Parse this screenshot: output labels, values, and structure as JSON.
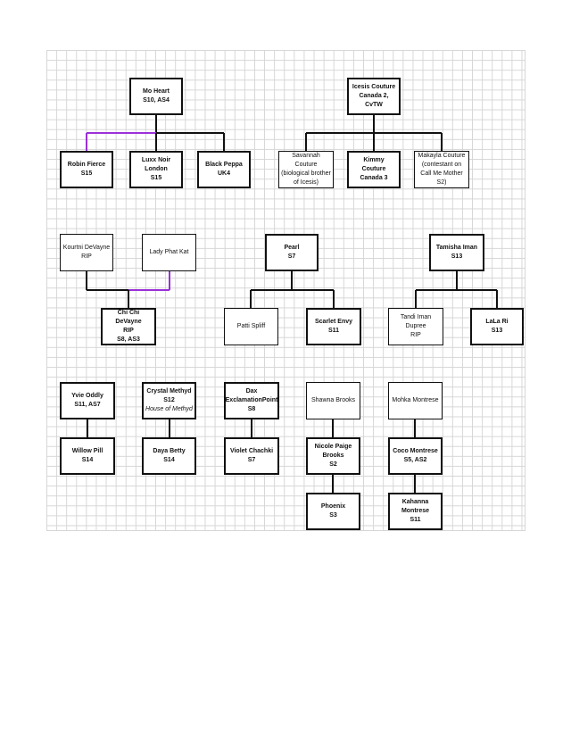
{
  "diagram": {
    "nodes": {
      "mo_heart": {
        "lines": [
          "Mo Heart",
          "S10, AS4"
        ]
      },
      "icesis": {
        "lines": [
          "Icesis Couture",
          "Canada 2, CvTW"
        ]
      },
      "robin": {
        "lines": [
          "Robin Fierce",
          "S15"
        ]
      },
      "luxx": {
        "lines": [
          "Luxx Noir London",
          "S15"
        ]
      },
      "black_peppa": {
        "lines": [
          "Black Peppa",
          "UK4"
        ]
      },
      "savannah": {
        "lines": [
          "Savannah Couture",
          "(biological brother",
          "of Icesis)"
        ]
      },
      "kimmy": {
        "lines": [
          "Kimmy Couture",
          "Canada 3"
        ]
      },
      "makayla": {
        "lines": [
          "Makayla Couture",
          "(contestant on",
          "Call Me Mother S2)"
        ]
      },
      "kourtni": {
        "lines": [
          "Kourtni DeVayne",
          "RIP"
        ]
      },
      "lady_phat": {
        "lines": [
          "Lady Phat Kat"
        ]
      },
      "chi_chi": {
        "lines": [
          "Chi Chi DeVayne",
          "RIP",
          "S8, AS3"
        ]
      },
      "pearl": {
        "lines": [
          "Pearl",
          "S7"
        ]
      },
      "patti": {
        "lines": [
          "Patti Spliff"
        ]
      },
      "scarlet": {
        "lines": [
          "Scarlet Envy",
          "S11"
        ]
      },
      "tamisha": {
        "lines": [
          "Tamisha Iman",
          "S13"
        ]
      },
      "tandi": {
        "lines": [
          "Tandi Iman Dupree",
          "RIP"
        ]
      },
      "lala": {
        "lines": [
          "LaLa Ri",
          "S13"
        ]
      },
      "yvie": {
        "lines": [
          "Yvie Oddly",
          "S11, AS7"
        ]
      },
      "willow": {
        "lines": [
          "Willow Pill",
          "S14"
        ]
      },
      "crystal": {
        "lines": [
          "Crystal Methyd",
          "S12"
        ],
        "italic": "House of Methyd"
      },
      "daya": {
        "lines": [
          "Daya Betty",
          "S14"
        ]
      },
      "dax": {
        "lines": [
          "Dax",
          "ExclamationPoint",
          "S8"
        ]
      },
      "violet": {
        "lines": [
          "Violet Chachki",
          "S7"
        ]
      },
      "shawna": {
        "lines": [
          "Shawna Brooks"
        ]
      },
      "nicole": {
        "lines": [
          "Nicole Paige",
          "Brooks",
          "S2"
        ]
      },
      "phoenix": {
        "lines": [
          "Phoenix",
          "S3"
        ]
      },
      "mohka": {
        "lines": [
          "Mohka Montrese"
        ]
      },
      "coco": {
        "lines": [
          "Coco Montrese",
          "S5, AS2"
        ]
      },
      "kahanna": {
        "lines": [
          "Kahanna Montrese",
          "S11"
        ]
      }
    },
    "connector_color": "#111111",
    "highlight_color": "#9b30d9"
  }
}
